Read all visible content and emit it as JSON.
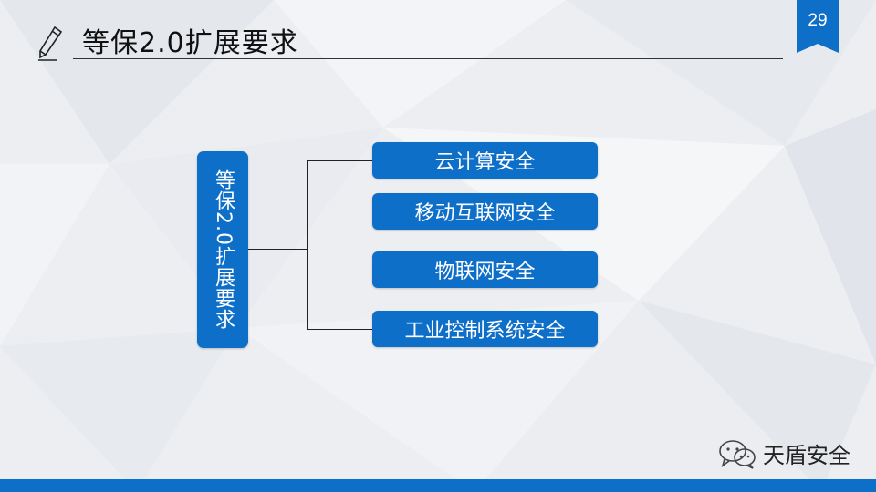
{
  "slide": {
    "title": "等保2.0扩展要求",
    "page_number": "29",
    "accent_color": "#0e6fc9"
  },
  "diagram": {
    "root": "等保2.0扩展要求",
    "branches": [
      "云计算安全",
      "移动互联网安全",
      "物联网安全",
      "工业控制系统安全"
    ]
  },
  "watermark": {
    "text": "天盾安全",
    "icon": "wechat-icon"
  },
  "icons": {
    "title_icon": "pencil-icon"
  }
}
